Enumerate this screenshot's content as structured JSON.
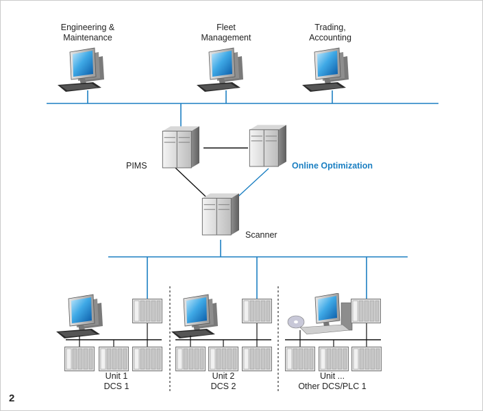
{
  "workstations": [
    {
      "line1": "Engineering &",
      "line2": "Maintenance"
    },
    {
      "line1": "Fleet",
      "line2": "Management"
    },
    {
      "line1": "Trading,",
      "line2": "Accounting"
    }
  ],
  "servers": {
    "pims": "PIMS",
    "online_optimization": "Online Optimization",
    "scanner": "Scanner"
  },
  "units": [
    {
      "line1": "Unit 1",
      "line2": "DCS 1"
    },
    {
      "line1": "Unit 2",
      "line2": "DCS 2"
    },
    {
      "line1": "Unit ...",
      "line2": "Other DCS/PLC 1"
    }
  ],
  "figure_number": "2",
  "colors": {
    "network_line": "#1b7fc2",
    "highlight_text": "#1b7fc2",
    "black_line": "#111111",
    "divider": "#333333"
  }
}
